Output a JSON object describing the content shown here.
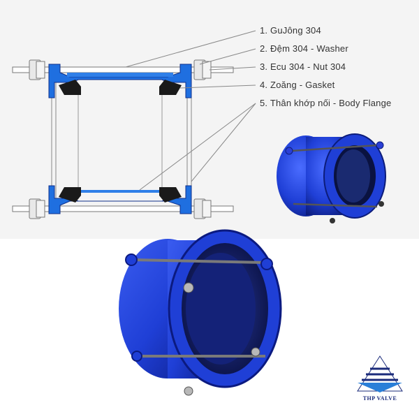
{
  "callouts": [
    {
      "label": "1. GuJông 304"
    },
    {
      "label": "2. Đệm 304 - Washer"
    },
    {
      "label": "3. Ecu 304 - Nut 304"
    },
    {
      "label": "4. Zoăng - Gasket"
    },
    {
      "label": "5. Thân khớp nối - Body Flange"
    }
  ],
  "logo": {
    "text": "THP VALVE"
  },
  "colors": {
    "coupling_blue": "#1f3fd6",
    "dark_blue": "#0f1f8a",
    "gasket": "#1a1a1a",
    "bolt": "#c8c8c8",
    "background": "#f4f4f4"
  }
}
